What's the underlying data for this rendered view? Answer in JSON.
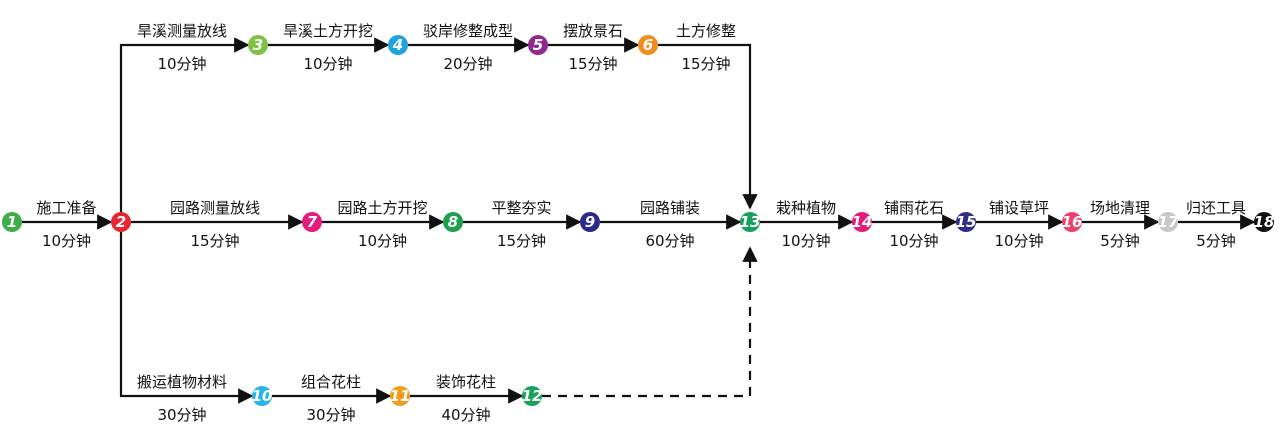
{
  "nodes": [
    {
      "id": "1",
      "color": "#3fae49"
    },
    {
      "id": "2",
      "color": "#e8262e"
    },
    {
      "id": "3",
      "color": "#7dc242"
    },
    {
      "id": "4",
      "color": "#1ea3dd"
    },
    {
      "id": "5",
      "color": "#8e2a8f"
    },
    {
      "id": "6",
      "color": "#f08c1e"
    },
    {
      "id": "7",
      "color": "#e5197e"
    },
    {
      "id": "8",
      "color": "#1ba14b"
    },
    {
      "id": "9",
      "color": "#2a2a8c"
    },
    {
      "id": "10",
      "color": "#25b5e8"
    },
    {
      "id": "11",
      "color": "#f39c1f"
    },
    {
      "id": "12",
      "color": "#1aa25a"
    },
    {
      "id": "13",
      "color": "#17a05c"
    },
    {
      "id": "14",
      "color": "#e5197e"
    },
    {
      "id": "15",
      "color": "#2d2f8a"
    },
    {
      "id": "16",
      "color": "#ef3f6d"
    },
    {
      "id": "17",
      "color": "#c8c8c8"
    },
    {
      "id": "18",
      "color": "#111111"
    }
  ],
  "activities": [
    {
      "from": "1",
      "to": "2",
      "name": "施工准备",
      "time": "10分钟"
    },
    {
      "from": "2",
      "to": "3",
      "name": "旱溪测量放线",
      "time": "10分钟"
    },
    {
      "from": "3",
      "to": "4",
      "name": "旱溪土方开挖",
      "time": "10分钟"
    },
    {
      "from": "4",
      "to": "5",
      "name": "驳岸修整成型",
      "time": "20分钟"
    },
    {
      "from": "5",
      "to": "6",
      "name": "摆放景石",
      "time": "15分钟"
    },
    {
      "from": "6",
      "to": "13",
      "name": "土方修整",
      "time": "15分钟"
    },
    {
      "from": "2",
      "to": "7",
      "name": "园路测量放线",
      "time": "15分钟"
    },
    {
      "from": "7",
      "to": "8",
      "name": "园路土方开挖",
      "time": "10分钟"
    },
    {
      "from": "8",
      "to": "9",
      "name": "平整夯实",
      "time": "15分钟"
    },
    {
      "from": "9",
      "to": "13",
      "name": "园路铺装",
      "time": "60分钟"
    },
    {
      "from": "2",
      "to": "10",
      "name": "搬运植物材料",
      "time": "30分钟"
    },
    {
      "from": "10",
      "to": "11",
      "name": "组合花柱",
      "time": "30分钟"
    },
    {
      "from": "11",
      "to": "12",
      "name": "装饰花柱",
      "time": "40分钟"
    },
    {
      "from": "12",
      "to": "13",
      "name": "",
      "time": "",
      "dummy": true
    },
    {
      "from": "13",
      "to": "14",
      "name": "栽种植物",
      "time": "10分钟"
    },
    {
      "from": "14",
      "to": "15",
      "name": "铺雨花石",
      "time": "10分钟"
    },
    {
      "from": "15",
      "to": "16",
      "name": "铺设草坪",
      "time": "10分钟"
    },
    {
      "from": "16",
      "to": "17",
      "name": "场地清理",
      "time": "5分钟"
    },
    {
      "from": "17",
      "to": "18",
      "name": "归还工具",
      "time": "5分钟"
    }
  ]
}
